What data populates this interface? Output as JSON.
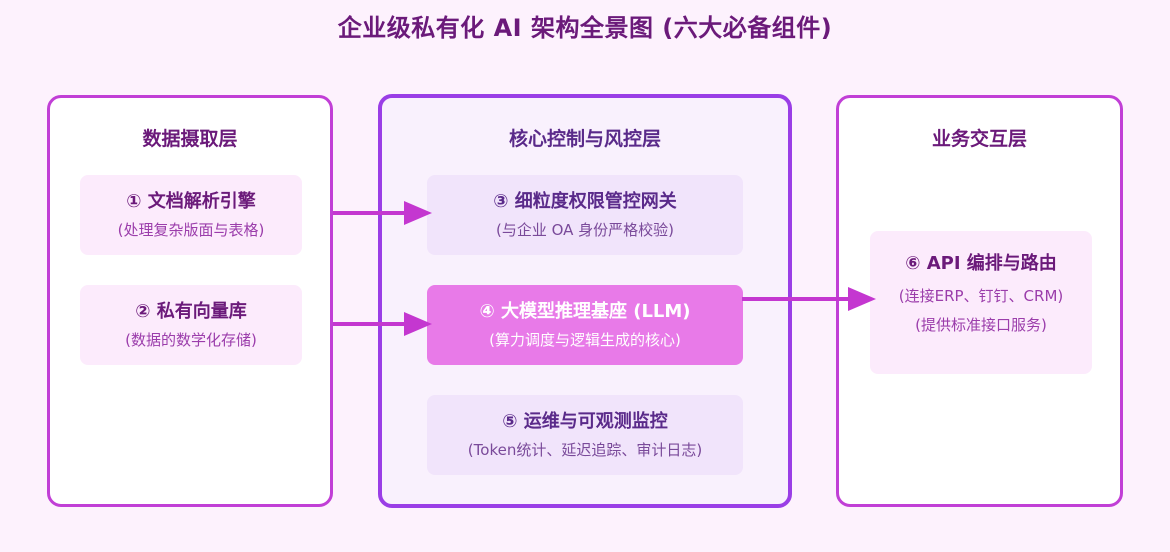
{
  "title": "企业级私有化 AI 架构全景图 (六大必备组件)",
  "panels": {
    "left": {
      "title": "数据摄取层",
      "cards": [
        {
          "title": "① 文档解析引擎",
          "sub": "(处理复杂版面与表格)"
        },
        {
          "title": "② 私有向量库",
          "sub": "(数据的数学化存储)"
        }
      ]
    },
    "center": {
      "title": "核心控制与风控层",
      "cards": [
        {
          "title": "③ 细粒度权限管控网关",
          "sub": "(与企业 OA 身份严格校验)"
        },
        {
          "title": "④ 大模型推理基座 (LLM)",
          "sub": "(算力调度与逻辑生成的核心)"
        },
        {
          "title": "⑤ 运维与可观测监控",
          "sub": "(Token统计、延迟追踪、审计日志)"
        }
      ]
    },
    "right": {
      "title": "业务交互层",
      "cards": [
        {
          "title": "⑥ API 编排与路由",
          "sub": "(连接ERP、钉钉、CRM)",
          "sub2": "(提供标准接口服务)"
        }
      ]
    }
  },
  "colors": {
    "background": "#fdf2fd",
    "title": "#6b1a7a",
    "panel_border": "#c13fd6",
    "center_border": "#9a3ee6",
    "arrow": "#c437d0",
    "highlight_card": "#e87ae8"
  }
}
